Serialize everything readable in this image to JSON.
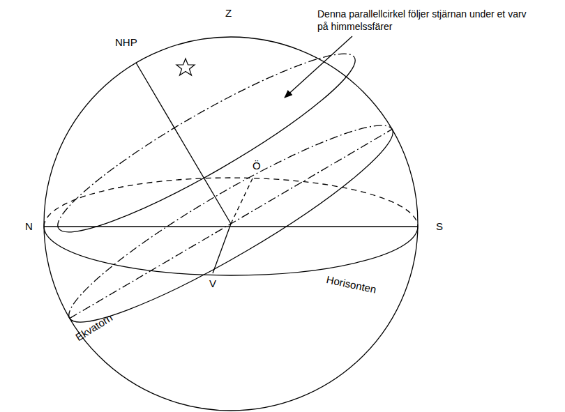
{
  "diagram": {
    "labels": [
      "Z",
      "NHP",
      "Denna parallellcirkel följer stjärnan under et varv på himmelssfärer",
      "Ö",
      "N",
      "S",
      "V",
      "Horisonten",
      "Ekvatorn"
    ]
  }
}
